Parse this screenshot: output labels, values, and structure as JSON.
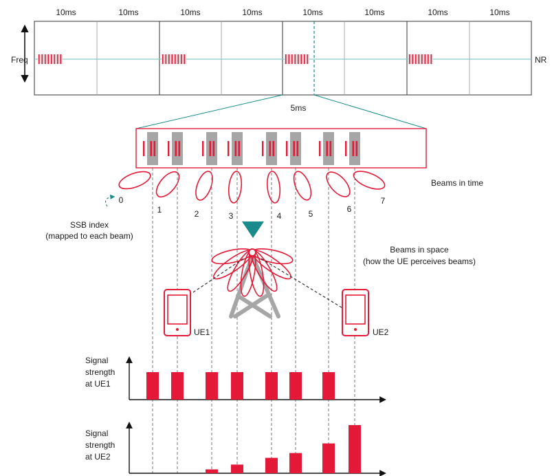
{
  "colors": {
    "red": "#e31937",
    "gray": "#a6a6a6",
    "teal": "#1a8a8a",
    "line": "#333333",
    "freq_line": "#8cc9cc"
  },
  "top": {
    "periods": [
      "10ms",
      "10ms",
      "10ms",
      "10ms",
      "10ms",
      "10ms",
      "10ms",
      "10ms"
    ],
    "freq_label": "Freq",
    "nr_label": "NR",
    "zoom_label": "5ms"
  },
  "beams": {
    "time_label": "Beams in time",
    "indices": [
      "0",
      "1",
      "2",
      "3",
      "4",
      "5",
      "6",
      "7"
    ],
    "ssb_label_1": "SSB index",
    "ssb_label_2": "(mapped to each beam)",
    "space_label_1": "Beams in space",
    "space_label_2": "(how the UE perceives beams)"
  },
  "ue": {
    "ue1_label": "UE1",
    "ue2_label": "UE2"
  },
  "signal": {
    "ue1_label": [
      "Signal",
      "strength",
      "at UE1"
    ],
    "ue2_label": [
      "Signal",
      "strength",
      "at UE2"
    ],
    "ue1_strength": [
      1,
      1,
      1,
      1,
      1,
      1,
      1,
      0
    ],
    "ue2_strength": [
      0,
      0,
      0.08,
      0.18,
      0.32,
      0.42,
      0.62,
      1
    ]
  }
}
